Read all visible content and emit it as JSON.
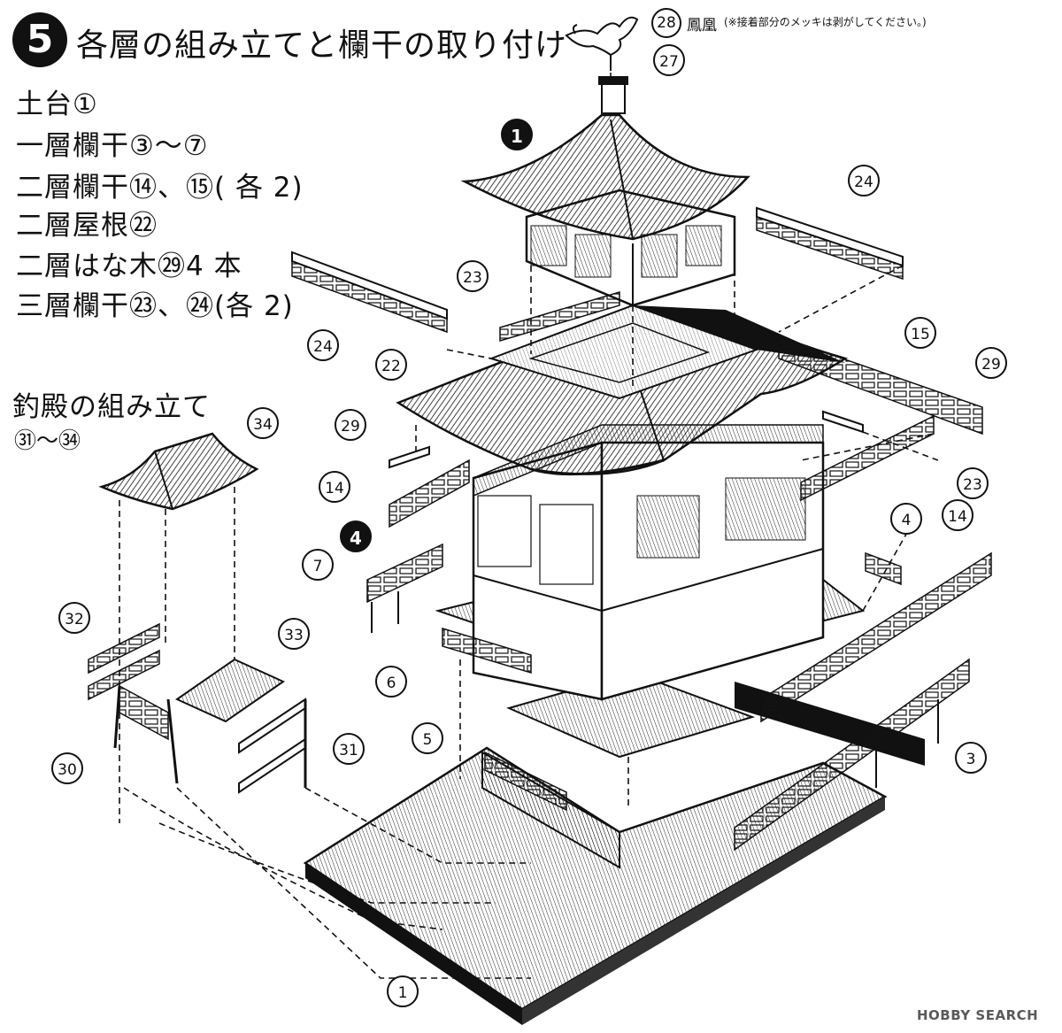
{
  "header": {
    "step_number": "5",
    "title": "各層の組み立てと欄干の取り付け"
  },
  "parts_list": [
    "土台①",
    "一層欄干③〜⑦",
    "二層欄干⑭、⑮( 各 2)",
    "二層屋根㉒",
    "二層はな木㉙4 本",
    "三層欄干㉓、㉔(各 2)"
  ],
  "tsuriden": {
    "title": "釣殿の組み立て",
    "range": "㉛〜㉞"
  },
  "phoenix_note": {
    "number": "28",
    "name": "鳳凰",
    "text": "(※接着部分のメッキは剥がしてください。)"
  },
  "callouts": {
    "c27": "27",
    "c24a": "24",
    "c24b": "24",
    "c23a": "23",
    "c23b": "23",
    "c22": "22",
    "c15": "15",
    "c29a": "29",
    "c29b": "29",
    "c14a": "14",
    "c14b": "14",
    "c7": "7",
    "c4": "4",
    "c6": "6",
    "c5": "5",
    "c3": "3",
    "c1": "1",
    "c34": "34",
    "c32": "32",
    "c33": "33",
    "c30": "30",
    "c31": "31",
    "f1": "1",
    "f4": "4"
  },
  "watermark": "HOBBY SEARCH"
}
